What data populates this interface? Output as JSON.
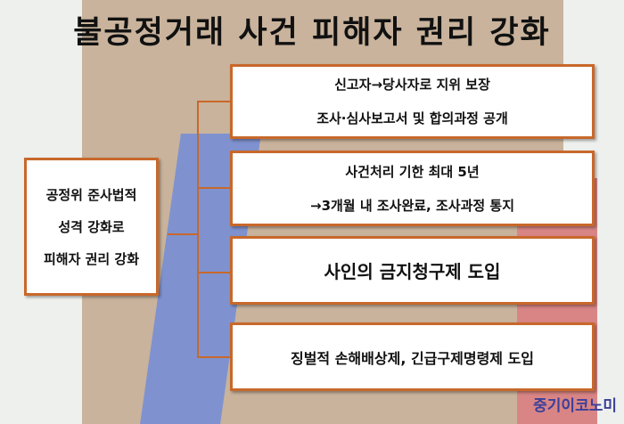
{
  "title": "불공정거래 사건 피해자 권리 강화",
  "root": {
    "lines": [
      "공정위 준사법적",
      "성격 강화로",
      "피해자 권리 강화"
    ]
  },
  "branches": [
    {
      "lines": [
        "신고자→당사자로 지위 보장",
        "조사·심사보고서 및 합의과정 공개"
      ]
    },
    {
      "lines": [
        "사건처리 기한 최대 5년",
        "→3개월 내 조사완료, 조사과정 통지"
      ]
    },
    {
      "lines": [
        "사인의 금지청구제 도입"
      ]
    },
    {
      "lines": [
        "징벌적 손해배상제, 긴급구제명령제 도입"
      ]
    }
  ],
  "watermark": "중기이코노미",
  "colors": {
    "border": "#c8682b",
    "background": "#c9b39c"
  }
}
